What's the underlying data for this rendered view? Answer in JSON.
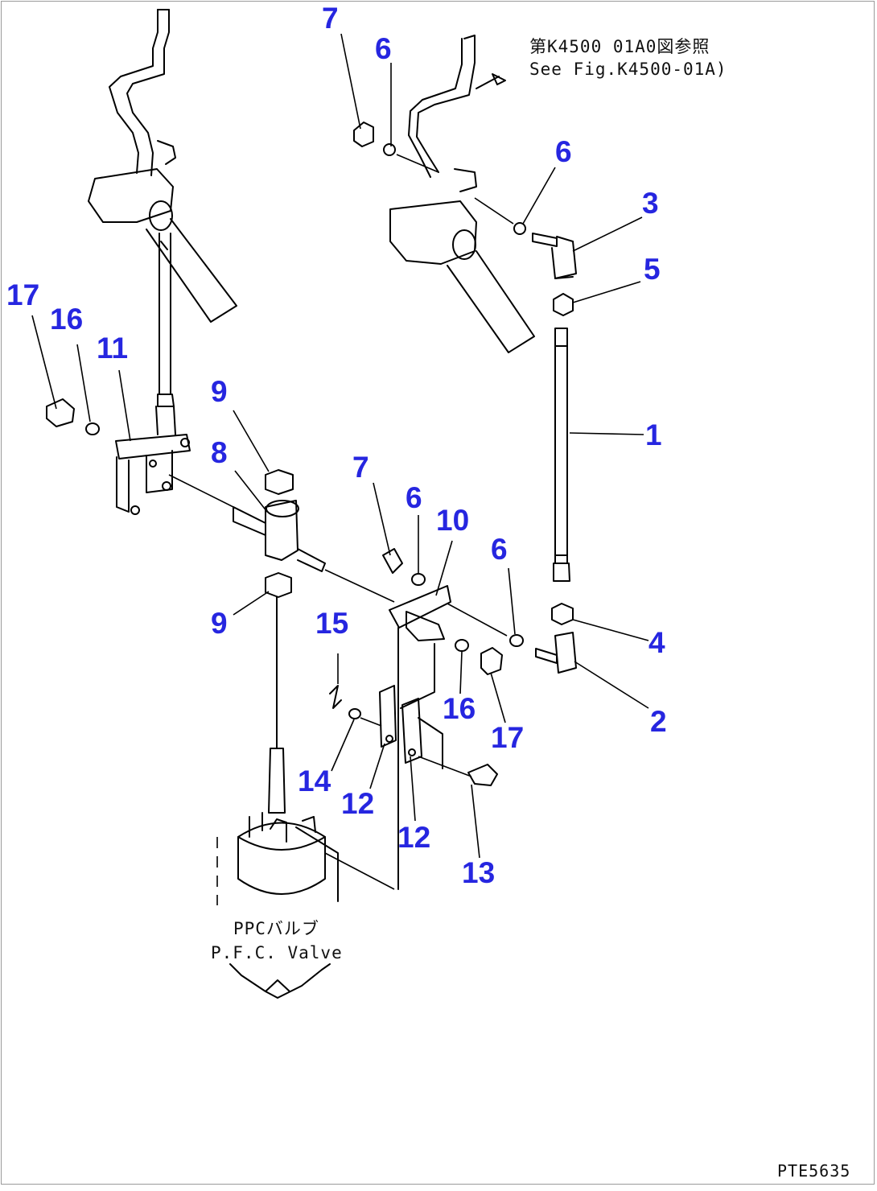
{
  "reference_note": {
    "line1": "第K4500 01A0図参照",
    "line2": "See Fig.K4500-01A)"
  },
  "valve_label": {
    "jp": "PPCバルブ",
    "en": "P.F.C. Valve"
  },
  "drawing_code": "PTE5635",
  "callouts": [
    {
      "id": "c7a",
      "text": "7"
    },
    {
      "id": "c6a",
      "text": "6"
    },
    {
      "id": "c6b",
      "text": "6"
    },
    {
      "id": "c3",
      "text": "3"
    },
    {
      "id": "c5",
      "text": "5"
    },
    {
      "id": "c17a",
      "text": "17"
    },
    {
      "id": "c16a",
      "text": "16"
    },
    {
      "id": "c11",
      "text": "11"
    },
    {
      "id": "c9a",
      "text": "9"
    },
    {
      "id": "c8",
      "text": "8"
    },
    {
      "id": "c7b",
      "text": "7"
    },
    {
      "id": "c6c",
      "text": "6"
    },
    {
      "id": "c10",
      "text": "10"
    },
    {
      "id": "c6d",
      "text": "6"
    },
    {
      "id": "c1",
      "text": "1"
    },
    {
      "id": "c9b",
      "text": "9"
    },
    {
      "id": "c15",
      "text": "15"
    },
    {
      "id": "c4",
      "text": "4"
    },
    {
      "id": "c2",
      "text": "2"
    },
    {
      "id": "c16b",
      "text": "16"
    },
    {
      "id": "c17b",
      "text": "17"
    },
    {
      "id": "c14",
      "text": "14"
    },
    {
      "id": "c12a",
      "text": "12"
    },
    {
      "id": "c12b",
      "text": "12"
    },
    {
      "id": "c13",
      "text": "13"
    }
  ]
}
